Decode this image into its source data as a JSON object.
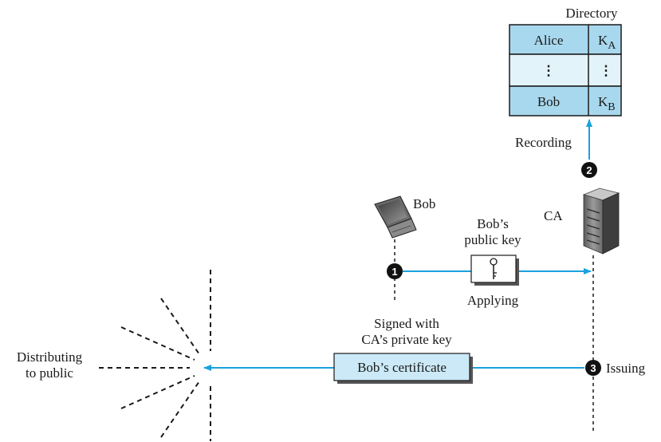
{
  "directory": {
    "title": "Directory",
    "rows": [
      {
        "name": "Alice",
        "key": "K",
        "key_sub": "A"
      },
      {
        "name": "⋮",
        "key": "⋮",
        "key_sub": ""
      },
      {
        "name": "Bob",
        "key": "K",
        "key_sub": "B"
      }
    ]
  },
  "steps": {
    "applying": {
      "number": "1",
      "label": "Applying"
    },
    "recording": {
      "number": "2",
      "label": "Recording"
    },
    "issuing": {
      "number": "3",
      "label": "Issuing"
    }
  },
  "entities": {
    "bob": "Bob",
    "ca": "CA"
  },
  "public_key_label": [
    "Bob’s",
    "public key"
  ],
  "signed_label": [
    "Signed with",
    "CA’s private key"
  ],
  "certificate_label": "Bob’s certificate",
  "distributing_label": [
    "Distributing",
    "to public"
  ],
  "colors": {
    "arrow": "#1ba1dc",
    "table_fill": "#a8d8ee",
    "table_fill_light": "#e3f3fa",
    "certificate_fill": "#cbe9f6",
    "badge": "#111111"
  }
}
